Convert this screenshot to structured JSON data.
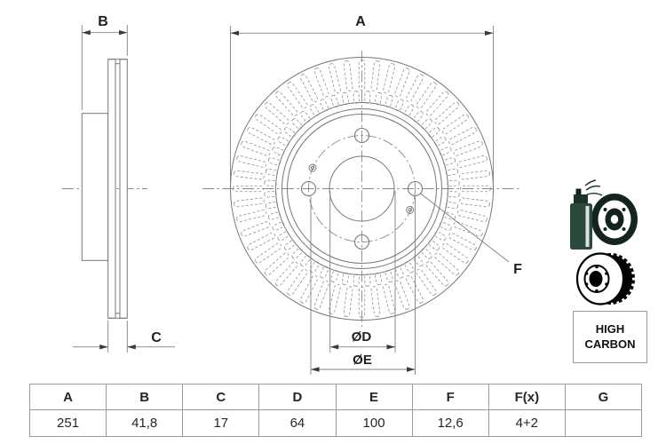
{
  "drawing": {
    "dim_labels": {
      "a": "A",
      "b": "B",
      "c": "C",
      "od": "ØD",
      "oe": "ØE",
      "f": "F"
    }
  },
  "icons": {
    "high_carbon_label": "HIGH CARBON",
    "spray_can_color": "#2a4b3c",
    "icon_ink_color": "#14241c"
  },
  "table": {
    "headers": [
      "A",
      "B",
      "C",
      "D",
      "E",
      "F",
      "F(x)",
      "G"
    ],
    "values": [
      "251",
      "41,8",
      "17",
      "64",
      "100",
      "12,6",
      "4+2",
      ""
    ]
  }
}
